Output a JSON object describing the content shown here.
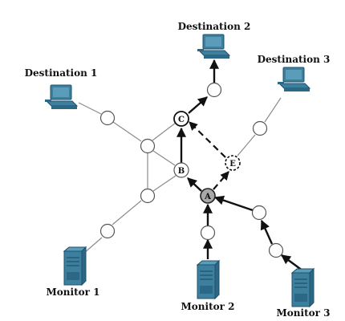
{
  "diagram": {
    "destinations": [
      {
        "label": "Destination 1"
      },
      {
        "label": "Destination 2"
      },
      {
        "label": "Destination 3"
      }
    ],
    "monitors": [
      {
        "label": "Monitor 1"
      },
      {
        "label": "Monitor 2"
      },
      {
        "label": "Monitor 3"
      }
    ],
    "nodes": {
      "A": "A",
      "B": "B",
      "C": "C",
      "E": "E"
    },
    "colors": {
      "device_blue": "#3d7f9f",
      "device_dark": "#1f5068",
      "node_A_fill": "#a8a8a8",
      "link_grey": "#8c8c8c",
      "link_black": "#111111"
    },
    "icons": {
      "destination": "workstation-icon",
      "monitor": "server-tower-icon"
    }
  }
}
